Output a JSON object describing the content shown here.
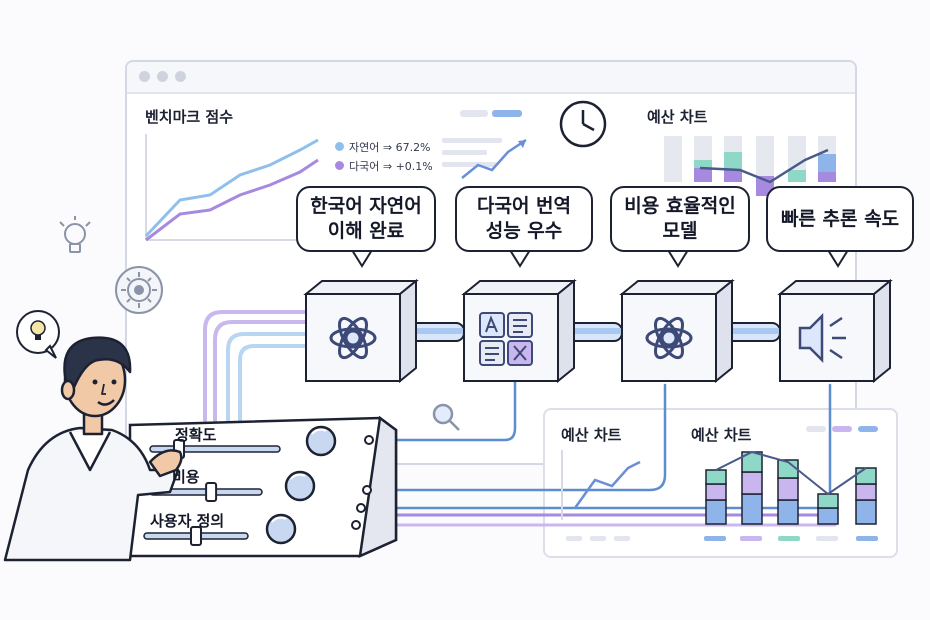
{
  "window": {
    "benchmark_title": "벤치마크 점수",
    "budget_title": "예산 차트"
  },
  "legend": [
    {
      "label": "자연어 ⇒ 67.2%",
      "color": "#8fc0ec"
    },
    {
      "label": "다국어 ⇒ +0.1%",
      "color": "#a68ae0"
    }
  ],
  "bubbles": [
    "한국어 자연어\n이해 완료",
    "다국어 번역\n성능 우수",
    "비용 효율적인\n모델",
    "빠른 추론 속도"
  ],
  "controls": [
    {
      "label": "정확도",
      "level": 0.2
    },
    {
      "label": "비용",
      "level": 0.55
    },
    {
      "label": "사용자 정의",
      "level": 0.5
    }
  ],
  "bottom_panel": {
    "left_title": "예산 차트",
    "right_title": "예산 차트"
  },
  "icons": {
    "module1": "openai-knot-icon",
    "module2": "translation-grid-icon",
    "module3": "openai-knot-icon",
    "module4": "speaker-icon"
  },
  "colors": {
    "accent_blue": "#8fc0ec",
    "accent_purple": "#a68ae0",
    "accent_teal": "#8fd8c8",
    "outline": "#1d2233"
  }
}
